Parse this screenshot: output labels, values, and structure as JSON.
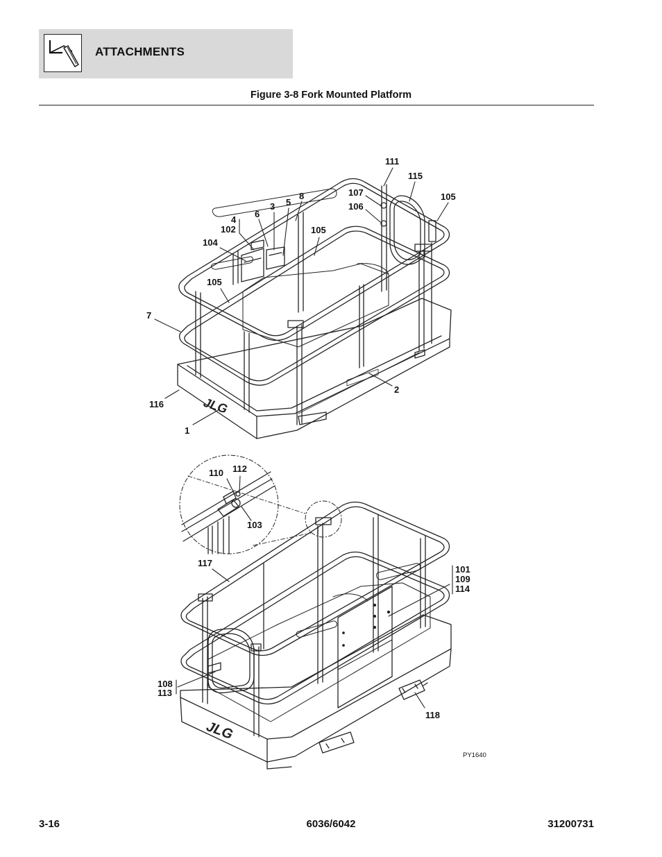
{
  "header": {
    "section_title": "ATTACHMENTS"
  },
  "figure": {
    "title": "Figure 3-8 Fork Mounted Platform",
    "drawing_code": "PY1640",
    "logo_text": "JLG",
    "callouts_top": [
      {
        "id": "c-111",
        "label": "111"
      },
      {
        "id": "c-115",
        "label": "115"
      },
      {
        "id": "c-107",
        "label": "107"
      },
      {
        "id": "c-106",
        "label": "106"
      },
      {
        "id": "c-105a",
        "label": "105"
      },
      {
        "id": "c-8",
        "label": "8"
      },
      {
        "id": "c-5",
        "label": "5"
      },
      {
        "id": "c-3",
        "label": "3"
      },
      {
        "id": "c-6",
        "label": "6"
      },
      {
        "id": "c-4",
        "label": "4"
      },
      {
        "id": "c-102",
        "label": "102"
      },
      {
        "id": "c-105b",
        "label": "105"
      },
      {
        "id": "c-104",
        "label": "104"
      },
      {
        "id": "c-105c",
        "label": "105"
      },
      {
        "id": "c-7",
        "label": "7"
      },
      {
        "id": "c-116",
        "label": "116"
      },
      {
        "id": "c-1",
        "label": "1"
      },
      {
        "id": "c-2",
        "label": "2"
      }
    ],
    "callouts_bottom": [
      {
        "id": "c-110",
        "label": "110"
      },
      {
        "id": "c-112",
        "label": "112"
      },
      {
        "id": "c-103",
        "label": "103"
      },
      {
        "id": "c-117",
        "label": "117"
      },
      {
        "id": "c-101",
        "label": "101"
      },
      {
        "id": "c-109",
        "label": "109"
      },
      {
        "id": "c-114",
        "label": "114"
      },
      {
        "id": "c-108",
        "label": "108"
      },
      {
        "id": "c-113",
        "label": "113"
      },
      {
        "id": "c-118",
        "label": "118"
      }
    ]
  },
  "footer": {
    "page_number": "3-16",
    "model": "6036/6042",
    "manual_number": "31200731"
  }
}
